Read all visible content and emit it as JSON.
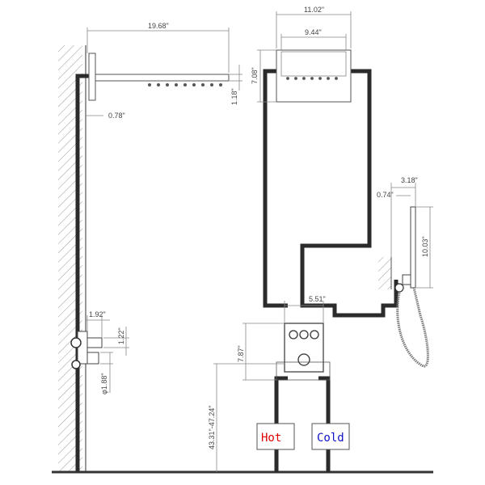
{
  "dimensions": {
    "arm_length": "19.68\"",
    "head_outer_width": "11.02\"",
    "head_inner_width": "9.44\"",
    "head_depth": "7.08\"",
    "arm_height": "1.18\"",
    "wall_offset": "0.78\"",
    "handshower_offset": "3.18\"",
    "handshower_inset": "0.74\"",
    "handshower_length": "10.03\"",
    "valve_width": "5.51\"",
    "valve_depth": "1.92\"",
    "valve_height": "1.22\"",
    "pipe_diameter": "φ1.88\"",
    "valve_body_height": "7.87\"",
    "floor_to_valve": "43.31\"-47.24\""
  },
  "labels": {
    "hot": "Hot",
    "cold": "Cold"
  },
  "colors": {
    "hot": "#e00000",
    "cold": "#1010c8",
    "pipe": "#2b2b2b"
  }
}
